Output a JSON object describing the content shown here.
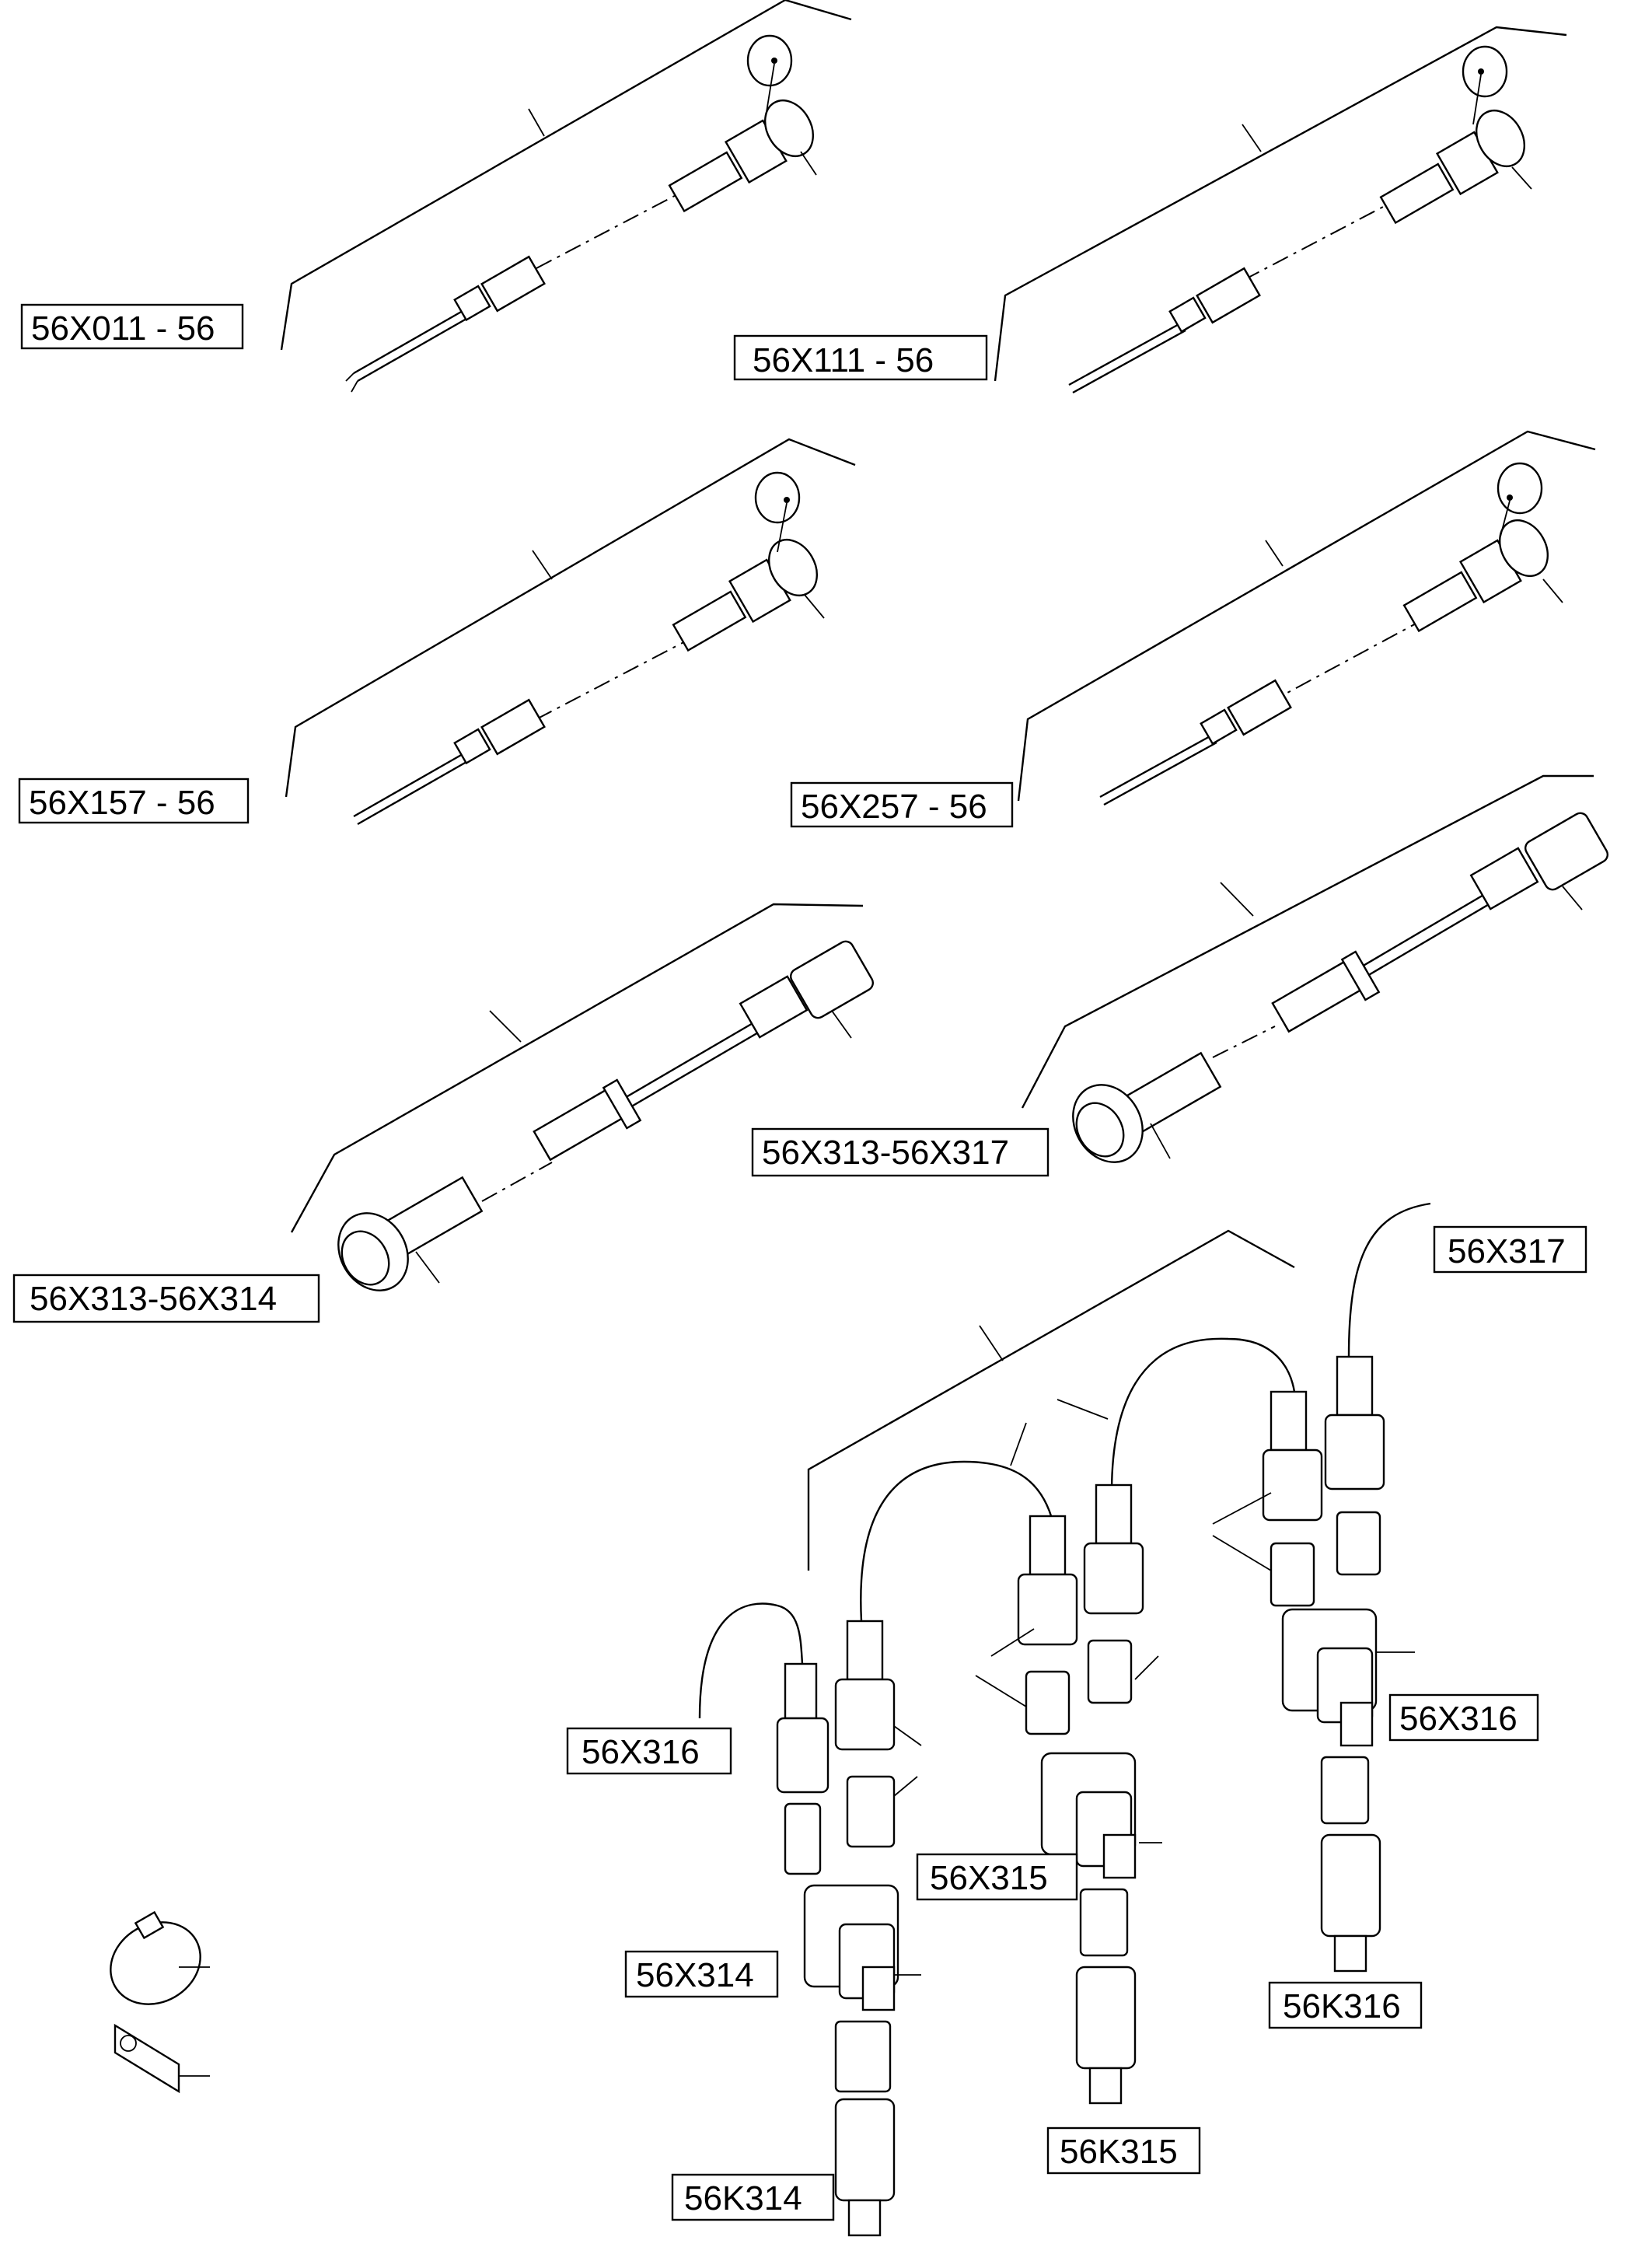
{
  "labels": {
    "l1": "56X011 - 56",
    "l2": "56X111 - 56",
    "l3": "56X157 - 56",
    "l4": "56X257 - 56",
    "l5": "56X313-56X314",
    "l6": "56X313-56X317",
    "l7": "56X317",
    "l8": "56X316",
    "l9": "56X316",
    "l10": "56X315",
    "l11": "56X314",
    "l12": "56K316",
    "l13": "56K315",
    "l14": "56K314"
  },
  "icons": [
    "cap-icon",
    "connector-icon",
    "wire-icon",
    "cable-tie-icon",
    "label-plate-icon",
    "plug-housing-icon"
  ]
}
